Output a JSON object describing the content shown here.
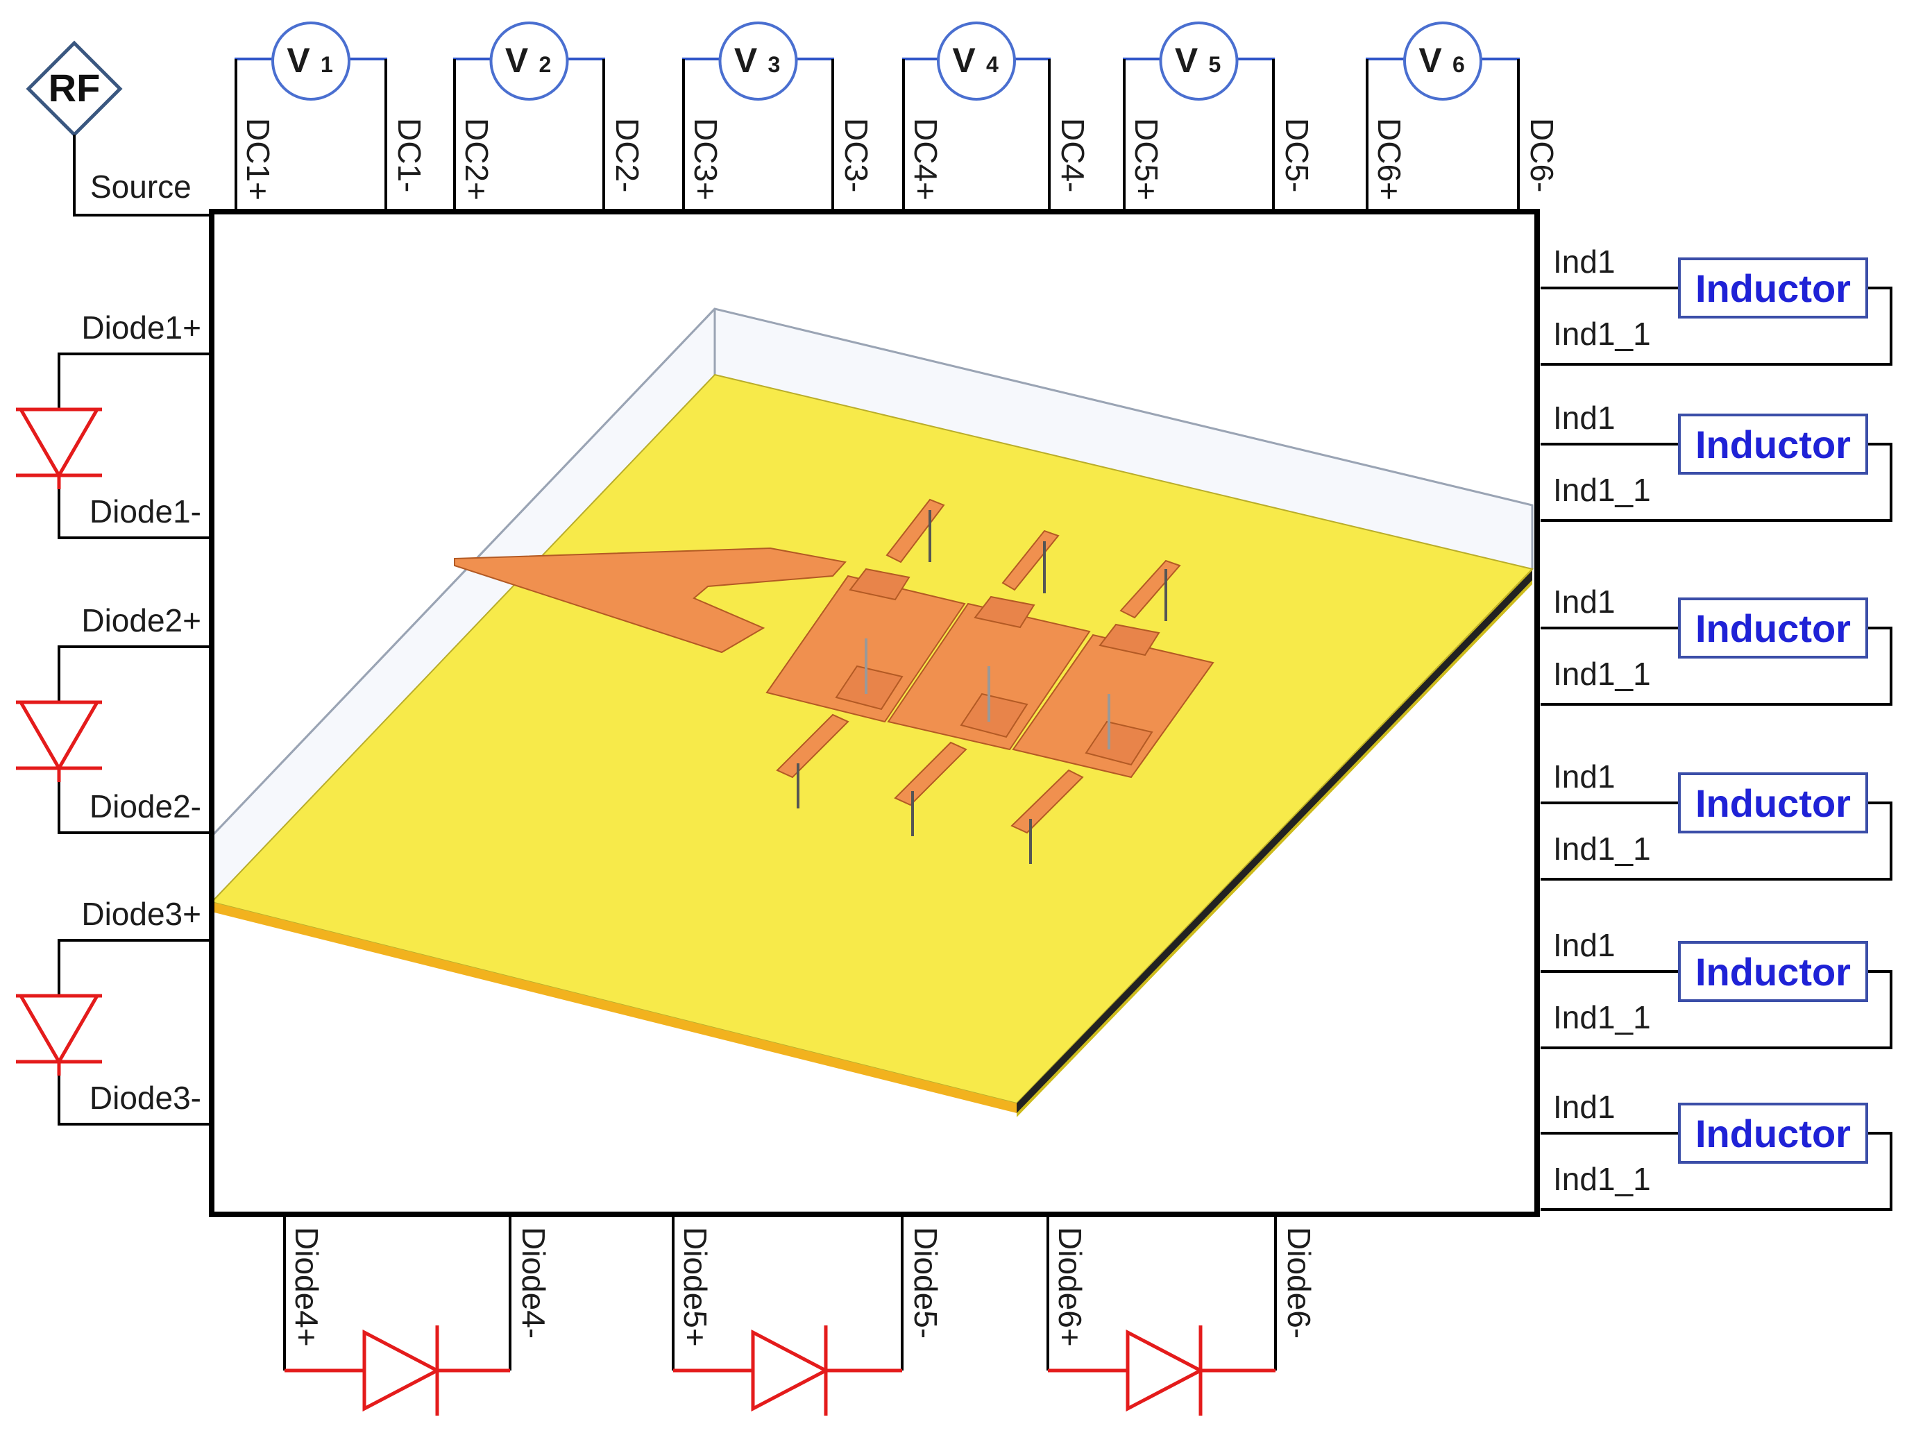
{
  "rf": {
    "label": "RF",
    "source_label": "Source"
  },
  "voltage_sources": [
    {
      "symbol": "V",
      "index": "1",
      "plus": "DC1+",
      "minus": "DC1-"
    },
    {
      "symbol": "V",
      "index": "2",
      "plus": "DC2+",
      "minus": "DC2-"
    },
    {
      "symbol": "V",
      "index": "3",
      "plus": "DC3+",
      "minus": "DC3-"
    },
    {
      "symbol": "V",
      "index": "4",
      "plus": "DC4+",
      "minus": "DC4-"
    },
    {
      "symbol": "V",
      "index": "5",
      "plus": "DC5+",
      "minus": "DC5-"
    },
    {
      "symbol": "V",
      "index": "6",
      "plus": "DC6+",
      "minus": "DC6-"
    }
  ],
  "left_diodes": [
    {
      "plus": "Diode1+",
      "minus": "Diode1-"
    },
    {
      "plus": "Diode2+",
      "minus": "Diode2-"
    },
    {
      "plus": "Diode3+",
      "minus": "Diode3-"
    }
  ],
  "bottom_diodes": [
    {
      "plus": "Diode4+",
      "minus": "Diode4-"
    },
    {
      "plus": "Diode5+",
      "minus": "Diode5-"
    },
    {
      "plus": "Diode6+",
      "minus": "Diode6-"
    }
  ],
  "inductors": [
    {
      "label": "Inductor",
      "top_port": "Ind1",
      "bottom_port": "Ind1_1"
    },
    {
      "label": "Inductor",
      "top_port": "Ind1",
      "bottom_port": "Ind1_1"
    },
    {
      "label": "Inductor",
      "top_port": "Ind1",
      "bottom_port": "Ind1_1"
    },
    {
      "label": "Inductor",
      "top_port": "Ind1",
      "bottom_port": "Ind1_1"
    },
    {
      "label": "Inductor",
      "top_port": "Ind1",
      "bottom_port": "Ind1_1"
    },
    {
      "label": "Inductor",
      "top_port": "Ind1",
      "bottom_port": "Ind1_1"
    }
  ],
  "colors": {
    "diode": "#e41b1b",
    "inductor_text": "#1f22d6",
    "voltage_circle": "#4a6fd0",
    "substrate_top": "#f7ea4a",
    "substrate_side": "#cdbb1c",
    "copper": "#f0904f"
  }
}
